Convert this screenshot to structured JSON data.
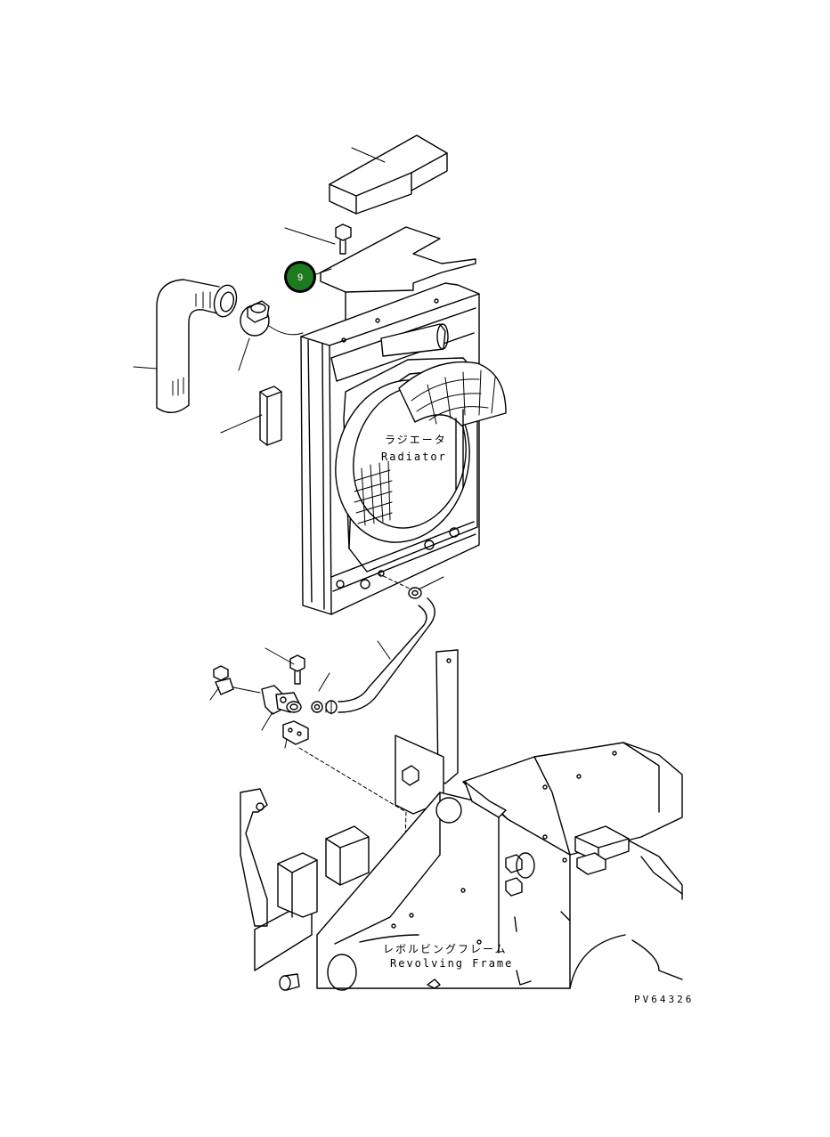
{
  "labels": {
    "radiator_jp": "ラジエータ",
    "radiator_en": "Radiator",
    "frame_jp": "レボルビングフレーム",
    "frame_en": "Revolving Frame",
    "drawing_number": "PV64326"
  },
  "callouts": [
    {
      "number": "9",
      "color": "#1e7a1e"
    }
  ]
}
